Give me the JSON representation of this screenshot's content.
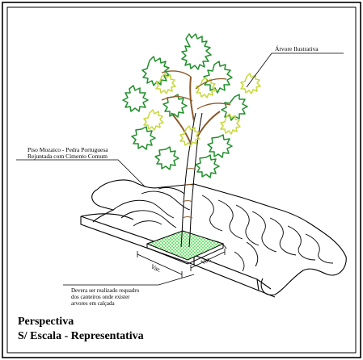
{
  "labels": {
    "tree": "Árvore Ilustrativa",
    "paving_line1": "Piso Mozaico - Pedra Portuguesa",
    "paving_line2": "Rejuntada com Cimento Comum",
    "note_line1": "Devera ser realizado requadro",
    "note_line2": "dos canteiros onde exister",
    "note_line3": "arvores em calçada",
    "dim_a": "Var.",
    "dim_b": "Var."
  },
  "title": {
    "line1": "Perspectiva",
    "line2": "S/ Escala  - Representativa"
  },
  "colors": {
    "frame": "#000000",
    "leaf_dark": "#1f8f2a",
    "leaf_light": "#c7d83a",
    "trunk": "#8b5a2b",
    "grass": "#2ecc40"
  }
}
